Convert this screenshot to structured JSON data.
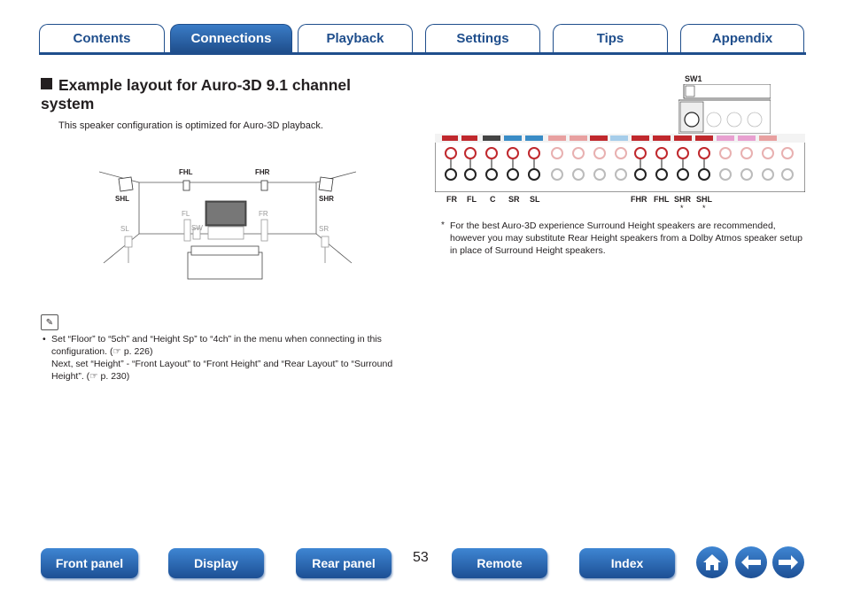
{
  "tabs": [
    {
      "label": "Contents",
      "active": false
    },
    {
      "label": "Connections",
      "active": true
    },
    {
      "label": "Playback",
      "active": false
    },
    {
      "label": "Settings",
      "active": false
    },
    {
      "label": "Tips",
      "active": false
    },
    {
      "label": "Appendix",
      "active": false
    }
  ],
  "heading": "Example layout for Auro-3D 9.1 channel system",
  "intro": "This speaker configuration is optimized for Auro-3D playback.",
  "diagram": {
    "fhl": "FHL",
    "fhr": "FHR",
    "shl": "SHL",
    "shr": "SHR",
    "fl": "FL",
    "fr": "FR",
    "sl": "SL",
    "sr": "SR",
    "sw": "SW"
  },
  "note": {
    "line1": "Set “Floor” to “5ch” and “Height Sp” to “4ch” in the menu when connecting in this configuration.",
    "ref1": "p. 226",
    "line2": "Next, set “Height” - “Front Layout” to “Front Height” and “Rear Layout” to “Surround Height”.",
    "ref2": "p. 230"
  },
  "rear": {
    "sw1": "SW1",
    "labels": [
      "FR",
      "FL",
      "C",
      "SR",
      "SL",
      "FHR",
      "FHL",
      "SHR",
      "SHL"
    ],
    "asterisk": "*"
  },
  "footnote": {
    "mark": "*",
    "text": "For the best Auro-3D experience Surround Height speakers are recommended, however you may substitute Rear Height speakers from a Dolby Atmos speaker setup in place of Surround Height speakers."
  },
  "page_number": "53",
  "bottom_nav": [
    "Front panel",
    "Display",
    "Rear panel",
    "Remote",
    "Index"
  ],
  "colors": {
    "brand": "#1f4e8c",
    "accent": "#3a7cc6"
  }
}
